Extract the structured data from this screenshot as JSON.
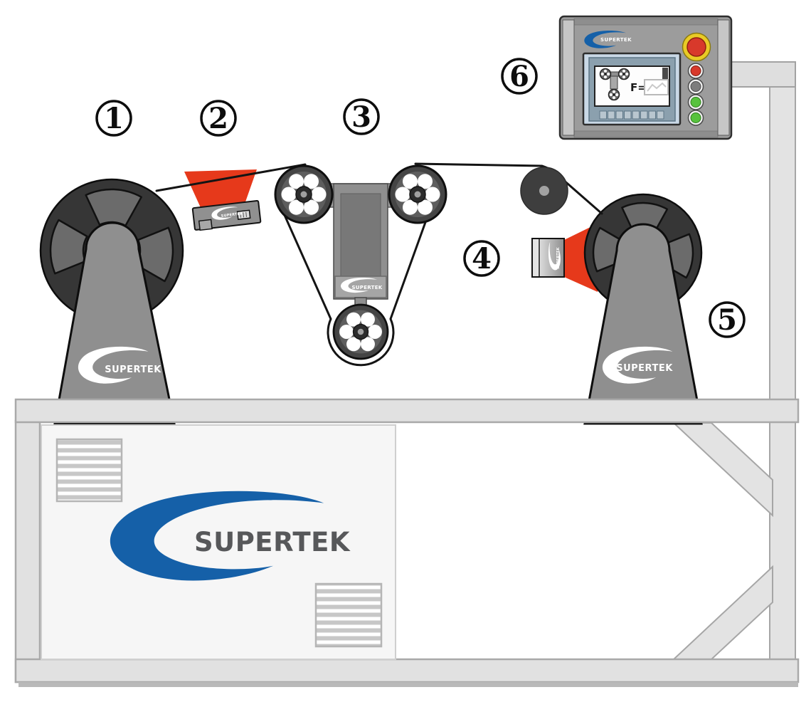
{
  "brand": {
    "name": "SUPERTEK"
  },
  "callouts": [
    {
      "num": "1"
    },
    {
      "num": "2"
    },
    {
      "num": "3"
    },
    {
      "num": "4"
    },
    {
      "num": "5"
    },
    {
      "num": "6"
    }
  ],
  "hmi": {
    "force_label": "F="
  },
  "colors": {
    "logo_blue": "#1560a8",
    "logo_text_gray": "#57585a",
    "beam_orange": "#e6391b",
    "estop_red": "#d8392b",
    "estop_yellow": "#e9cb26",
    "button_red": "#d8392b",
    "button_gray": "#7d7d7d",
    "button_green": "#57c23d"
  }
}
